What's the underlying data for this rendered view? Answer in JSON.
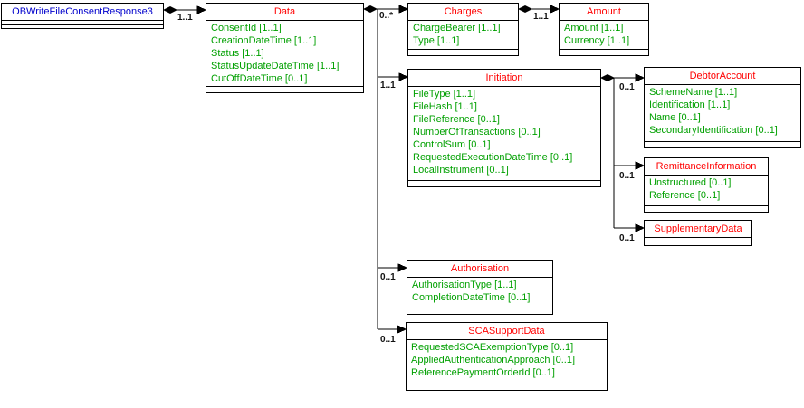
{
  "nodes": {
    "root": {
      "title": "OBWriteFileConsentResponse3",
      "fields": []
    },
    "data": {
      "title": "Data",
      "fields": [
        "ConsentId [1..1]",
        "CreationDateTime [1..1]",
        "Status [1..1]",
        "StatusUpdateDateTime [1..1]",
        "CutOffDateTime [0..1]"
      ]
    },
    "charges": {
      "title": "Charges",
      "fields": [
        "ChargeBearer [1..1]",
        "Type [1..1]"
      ]
    },
    "amount": {
      "title": "Amount",
      "fields": [
        "Amount [1..1]",
        "Currency [1..1]"
      ]
    },
    "initiation": {
      "title": "Initiation",
      "fields": [
        "FileType [1..1]",
        "FileHash [1..1]",
        "FileReference [0..1]",
        "NumberOfTransactions [0..1]",
        "ControlSum [0..1]",
        "RequestedExecutionDateTime [0..1]",
        "LocalInstrument [0..1]"
      ]
    },
    "debtor_account": {
      "title": "DebtorAccount",
      "fields": [
        "SchemeName [1..1]",
        "Identification [1..1]",
        "Name [0..1]",
        "SecondaryIdentification [0..1]"
      ]
    },
    "remittance_information": {
      "title": "RemittanceInformation",
      "fields": [
        "Unstructured [0..1]",
        "Reference [0..1]"
      ]
    },
    "supplementary_data": {
      "title": "SupplementaryData",
      "fields": []
    },
    "authorisation": {
      "title": "Authorisation",
      "fields": [
        "AuthorisationType [1..1]",
        "CompletionDateTime [0..1]"
      ]
    },
    "sca_support_data": {
      "title": "SCASupportData",
      "fields": [
        "RequestedSCAExemptionType [0..1]",
        "AppliedAuthenticationApproach [0..1]",
        "ReferencePaymentOrderId [0..1]"
      ]
    }
  },
  "multiplicities": {
    "root_data": "1..1",
    "data_charges": "0..*",
    "charges_amount": "1..1",
    "data_initiation": "1..1",
    "data_authorisation": "0..1",
    "data_sca_support_data": "0..1",
    "initiation_debtor_account": "0..1",
    "initiation_remittance_information": "0..1",
    "initiation_supplementary_data": "0..1"
  },
  "colors": {
    "class_title": "#ff0000",
    "root_title": "#0000cc",
    "attribute_text": "#00a000",
    "connector": "#000000",
    "background": "#ffffff"
  }
}
